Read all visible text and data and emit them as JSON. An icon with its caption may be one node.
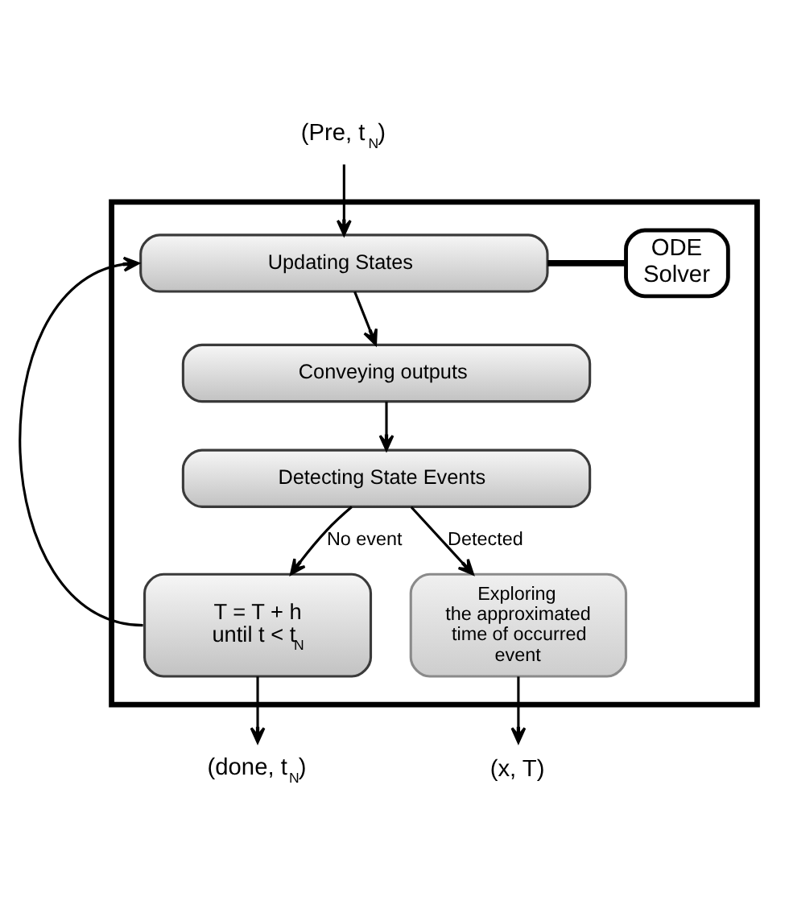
{
  "diagram": {
    "nodes": [
      {
        "text": [
          "(Pre, t$_{N}$)"
        ]
      },
      {
        "text": [],
        "shape": "box"
      },
      {
        "text": [
          "Updating States"
        ],
        "in": 1
      },
      {
        "text": [
          "ODE Solver"
        ],
        "in": 1
      },
      {
        "text": [
          "Conveying outputs"
        ],
        "in": 1
      },
      {
        "text": [
          "Detecting State Events"
        ],
        "in": 1
      },
      {
        "text": [
          "T = T + h until t < t$_{N}$"
        ],
        "in": 1
      },
      {
        "text": [
          "Exploring the approximated time of occurred event"
        ],
        "in": 1
      },
      {
        "text": [
          "(done, t$_{N}$)"
        ]
      },
      {
        "text": [
          "(x, T)"
        ]
      }
    ],
    "edges": [
      {
        "from": 0,
        "to": 2,
        "arrow": "to"
      },
      {
        "from": 2,
        "to": 3,
        "arrow": "none",
        "style": "thick"
      },
      {
        "from": 2,
        "to": 4,
        "arrow": "to"
      },
      {
        "from": 4,
        "to": 5,
        "arrow": "to"
      },
      {
        "from": 5,
        "to": 6,
        "arrow": "to",
        "label": "No event"
      },
      {
        "from": 5,
        "to": 7,
        "arrow": "to",
        "label": "Detected"
      },
      {
        "from": 6,
        "to": 2,
        "arrow": "to"
      },
      {
        "from": 6,
        "to": 8,
        "arrow": "to"
      },
      {
        "from": 7,
        "to": 9,
        "arrow": "to"
      }
    ]
  }
}
